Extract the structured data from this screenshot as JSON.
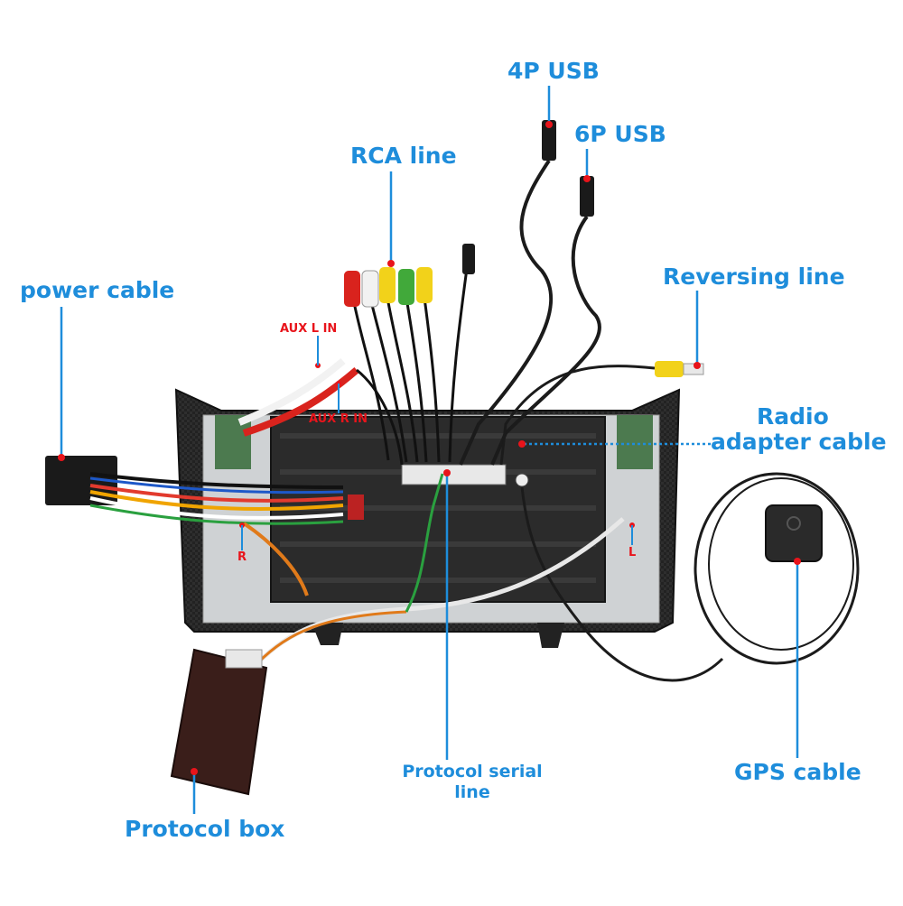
{
  "labels": {
    "usb4p": "4P USB",
    "usb6p": "6P USB",
    "rca_line": "RCA line",
    "reversing_line": "Reversing line",
    "power_cable": "power cable",
    "radio_adapter_line1": "Radio",
    "radio_adapter_line2": "adapter cable",
    "protocol_serial_line1": "Protocol serial",
    "protocol_serial_line2": "line",
    "gps_cable": "GPS cable",
    "protocol_box": "Protocol box",
    "aux_l_in": "AUX L IN",
    "aux_r_in": "AUX R IN",
    "marker_r": "R",
    "marker_l": "L"
  },
  "colors": {
    "label_blue": "#1e8ddb",
    "marker_red": "#e8141b",
    "rca_red": "#d9231d",
    "rca_white": "#f2f2f2",
    "rca_yellow": "#f2d21a",
    "rca_green": "#41a93a",
    "chassis_silver": "#cfd2d4",
    "cable_black": "#1b1b1b"
  }
}
